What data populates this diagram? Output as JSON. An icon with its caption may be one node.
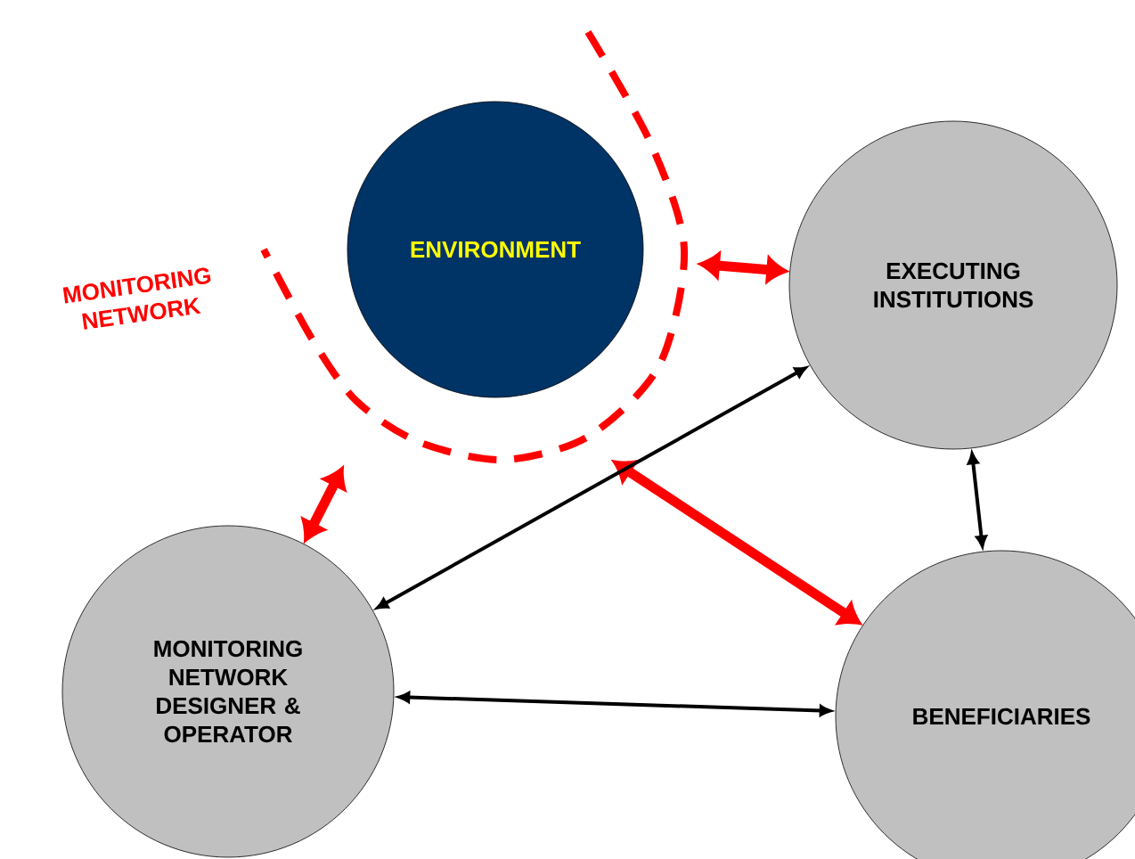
{
  "diagram": {
    "nodes": [
      {
        "text": [
          "MONITORING NETWORK"
        ]
      },
      {
        "text": [
          "ENVIRONMENT"
        ],
        "in": 0
      },
      {
        "text": [
          "EXECUTING INSTITUTIONS"
        ]
      },
      {
        "text": [
          "MONITORING NETWORK DESIGNER & OPERATOR"
        ]
      },
      {
        "text": [
          "BENEFICIARIES"
        ]
      }
    ],
    "edges": [
      {
        "from": 0,
        "to": 2,
        "arrow": "both",
        "style": "thick",
        "color": "#ff0000"
      },
      {
        "from": 0,
        "to": 3,
        "arrow": "both",
        "style": "thick",
        "color": "#ff0000"
      },
      {
        "from": 0,
        "to": 4,
        "arrow": "both",
        "style": "thick",
        "color": "#ff0000"
      },
      {
        "from": 2,
        "to": 3,
        "arrow": "both",
        "color": "#000000"
      },
      {
        "from": 2,
        "to": 4,
        "arrow": "both",
        "color": "#000000"
      },
      {
        "from": 3,
        "to": 4,
        "arrow": "both",
        "color": "#000000"
      }
    ]
  }
}
